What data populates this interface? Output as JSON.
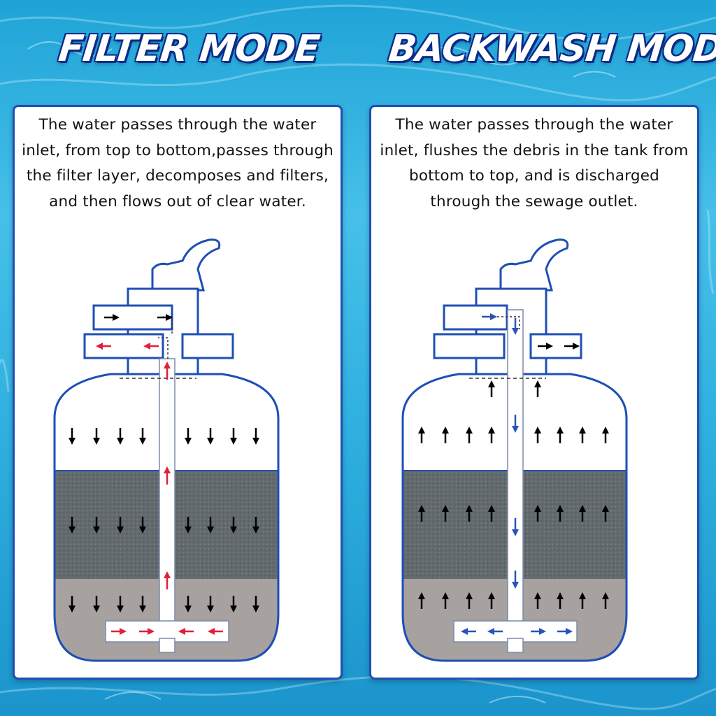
{
  "titles": {
    "filter": "FILTER MODE",
    "backwash": "BACKWASH MODE"
  },
  "filter_panel": {
    "description": "The water passes through the water inlet, from top to bottom,passes through the filter layer, decomposes and filters, and then flows out of clear water."
  },
  "backwash_panel": {
    "description": "The water passes through the water inlet, flushes the debris in the tank from bottom to top, and is discharged through the sewage outlet."
  },
  "colors": {
    "title_outline": "#0b2a8a",
    "panel_border": "#1e4fb5",
    "tank_outline": "#1e4fb5",
    "sand_layer": "#636a6d",
    "gravel_layer": "#a7a29f",
    "filter_flow_arrow": "#e0203b",
    "backwash_flow_arrow": "#2853b8",
    "layer_arrow": "#000000"
  },
  "icons": {
    "flow_down": "arrow-down-icon",
    "flow_up": "arrow-up-icon",
    "flow_left": "arrow-left-icon",
    "flow_right": "arrow-right-icon"
  }
}
